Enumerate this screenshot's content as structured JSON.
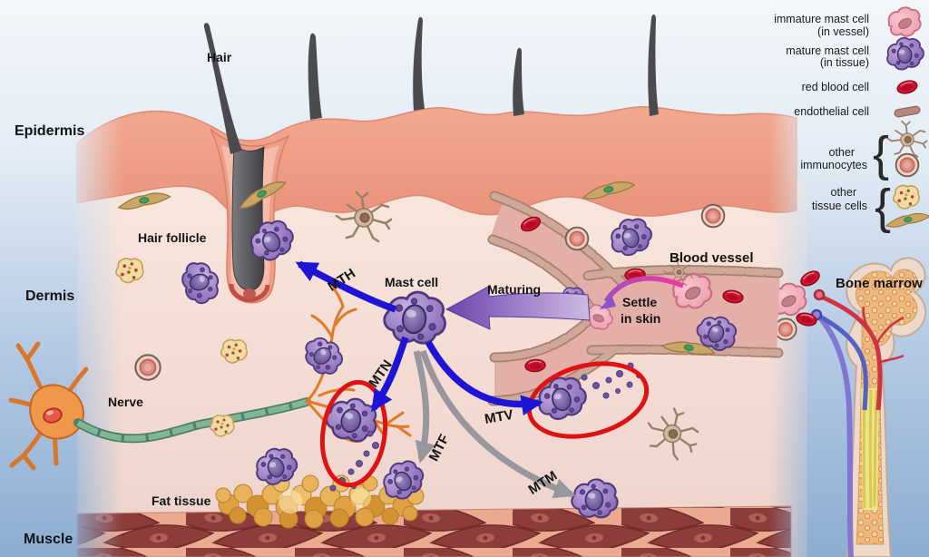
{
  "figure": {
    "description": "Cross-section diagram of skin showing mast cell origin, maturation and tissue interactions",
    "labels": {
      "epidermis": "Epidermis",
      "dermis": "Dermis",
      "muscle": "Muscle",
      "hair": "Hair",
      "hair_follicle": "Hair follicle",
      "nerve": "Nerve",
      "fat_tissue": "Fat tissue",
      "mast_cell": "Mast cell",
      "maturing": "Maturing",
      "settle_line1": "Settle",
      "settle_line2": "in skin",
      "blood_vessel": "Blood vessel",
      "bone_marrow": "Bone marrow"
    },
    "arrow_labels": {
      "mth": "MTH",
      "mtn": "MTN",
      "mtv": "MTV",
      "mtf": "MTF",
      "mtm": "MTM"
    }
  },
  "legend": {
    "brace": "{",
    "items": [
      {
        "icon": "immature-mast-cell-icon",
        "line1": "immature mast cell",
        "line2": "(in vessel)"
      },
      {
        "icon": "mature-mast-cell-icon",
        "line1": "mature mast cell",
        "line2": "(in tissue)"
      },
      {
        "icon": "red-blood-cell-icon",
        "line1": "red blood cell"
      },
      {
        "icon": "endothelial-cell-icon",
        "line1": "endothelial cell"
      },
      {
        "icon": "other-immunocytes-icons",
        "line1": "other",
        "line2": "immunocytes"
      },
      {
        "icon": "other-tissue-cells-icons",
        "line1": "other",
        "line2": "tissue cells"
      }
    ]
  },
  "colors": {
    "arrow_blue": "#1d14d6",
    "arrow_gray": "#97979d",
    "maturing_arrow_purple": "#6b44ae",
    "settle_arrow_pink": "#f23a9e",
    "highlight_ellipse_red": "#de1212",
    "mast_cell_purple": "#7e5fb0",
    "immature_mast_pink": "#f2aab6",
    "red_blood_cell": "#d2112c",
    "vessel_wall_tan": "#c29a8d",
    "epidermis_salmon": "#efa28c",
    "dermis_pink": "#f5ddd5",
    "fat_gold": "#dfa143",
    "muscle_maroon": "#8d3c39",
    "neuron_orange": "#ef9440",
    "axon_green": "#74ad90",
    "bone_marrow_orange": "#efb87e",
    "background_blue": "#8fafd4"
  }
}
